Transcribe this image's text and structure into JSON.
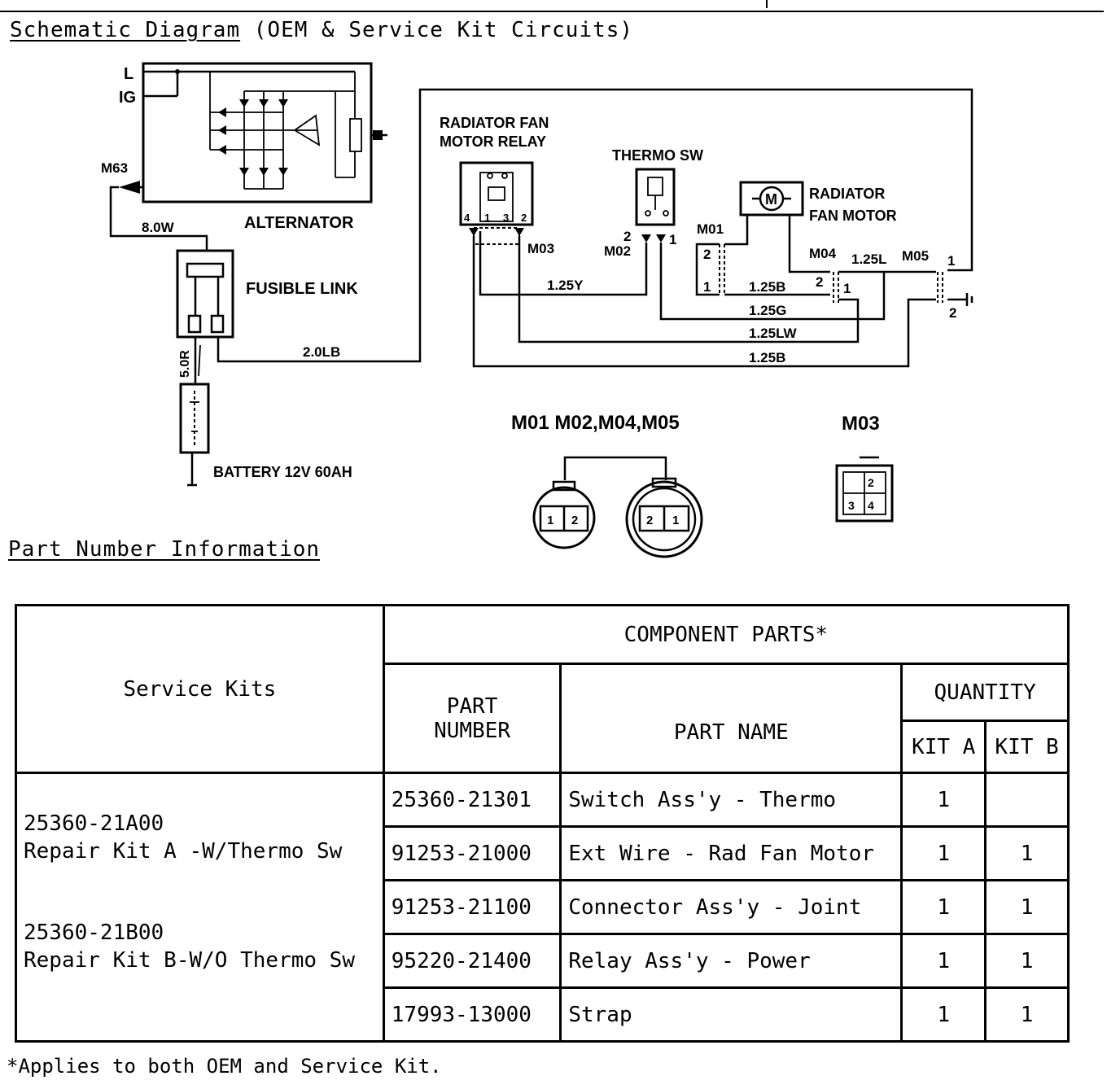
{
  "headings": {
    "schematic_main": "Schematic Diagram",
    "schematic_sub": " (OEM & Service Kit Circuits)",
    "part_info": "Part Number Information"
  },
  "schematic": {
    "alternator": "ALTERNATOR",
    "terminal_l": "L",
    "terminal_ig": "IG",
    "conn_m63": "M63",
    "wire_8_0w": "8.0W",
    "fusible_link": "FUSIBLE LINK",
    "wire_5_0r": "5.0R",
    "wire_2_0lb": "2.0LB",
    "battery": "BATTERY 12V 60AH",
    "relay_line1": "RADIATOR FAN",
    "relay_line2": "MOTOR RELAY",
    "thermo_sw": "THERMO SW",
    "fan_motor_line1": "RADIATOR",
    "fan_motor_line2": "FAN MOTOR",
    "motor_symbol": "M",
    "conn_m01": "M01",
    "conn_m02": "M02",
    "conn_m03": "M03",
    "conn_m04": "M04",
    "conn_m05": "M05",
    "wire_1_25y": "1.25Y",
    "wire_1_25b_a": "1.25B",
    "wire_1_25g": "1.25G",
    "wire_1_25lw": "1.25LW",
    "wire_1_25b_b": "1.25B",
    "wire_1_25l": "1.25L",
    "pin_1": "1",
    "pin_2": "2",
    "pin_3": "3",
    "pin_4": "4",
    "connector_group_label": "M01 M02,M04,M05",
    "connector_m03_label": "M03"
  },
  "table": {
    "service_kits_header": "Service Kits",
    "component_parts_header": "COMPONENT PARTS*",
    "part_number_header_1": "PART",
    "part_number_header_2": "NUMBER",
    "part_name_header": "PART NAME",
    "quantity_header": "QUANTITY",
    "kit_a_header": "KIT A",
    "kit_b_header": "KIT B",
    "kit_a_number": "25360-21A00",
    "kit_a_desc": "Repair Kit A -W/Thermo Sw",
    "kit_b_number": "25360-21B00",
    "kit_b_desc": "Repair Kit B-W/O Thermo Sw",
    "rows": [
      {
        "part_number": "25360-21301",
        "part_name": "Switch Ass'y - Thermo",
        "kit_a": "1",
        "kit_b": ""
      },
      {
        "part_number": "91253-21000",
        "part_name": "Ext Wire - Rad Fan Motor",
        "kit_a": "1",
        "kit_b": "1"
      },
      {
        "part_number": "91253-21100",
        "part_name": "Connector Ass'y - Joint",
        "kit_a": "1",
        "kit_b": "1"
      },
      {
        "part_number": "95220-21400",
        "part_name": "Relay Ass'y - Power",
        "kit_a": "1",
        "kit_b": "1"
      },
      {
        "part_number": "17993-13000",
        "part_name": "Strap",
        "kit_a": "1",
        "kit_b": "1"
      }
    ]
  },
  "footnote": "*Applies to both OEM and Service Kit."
}
